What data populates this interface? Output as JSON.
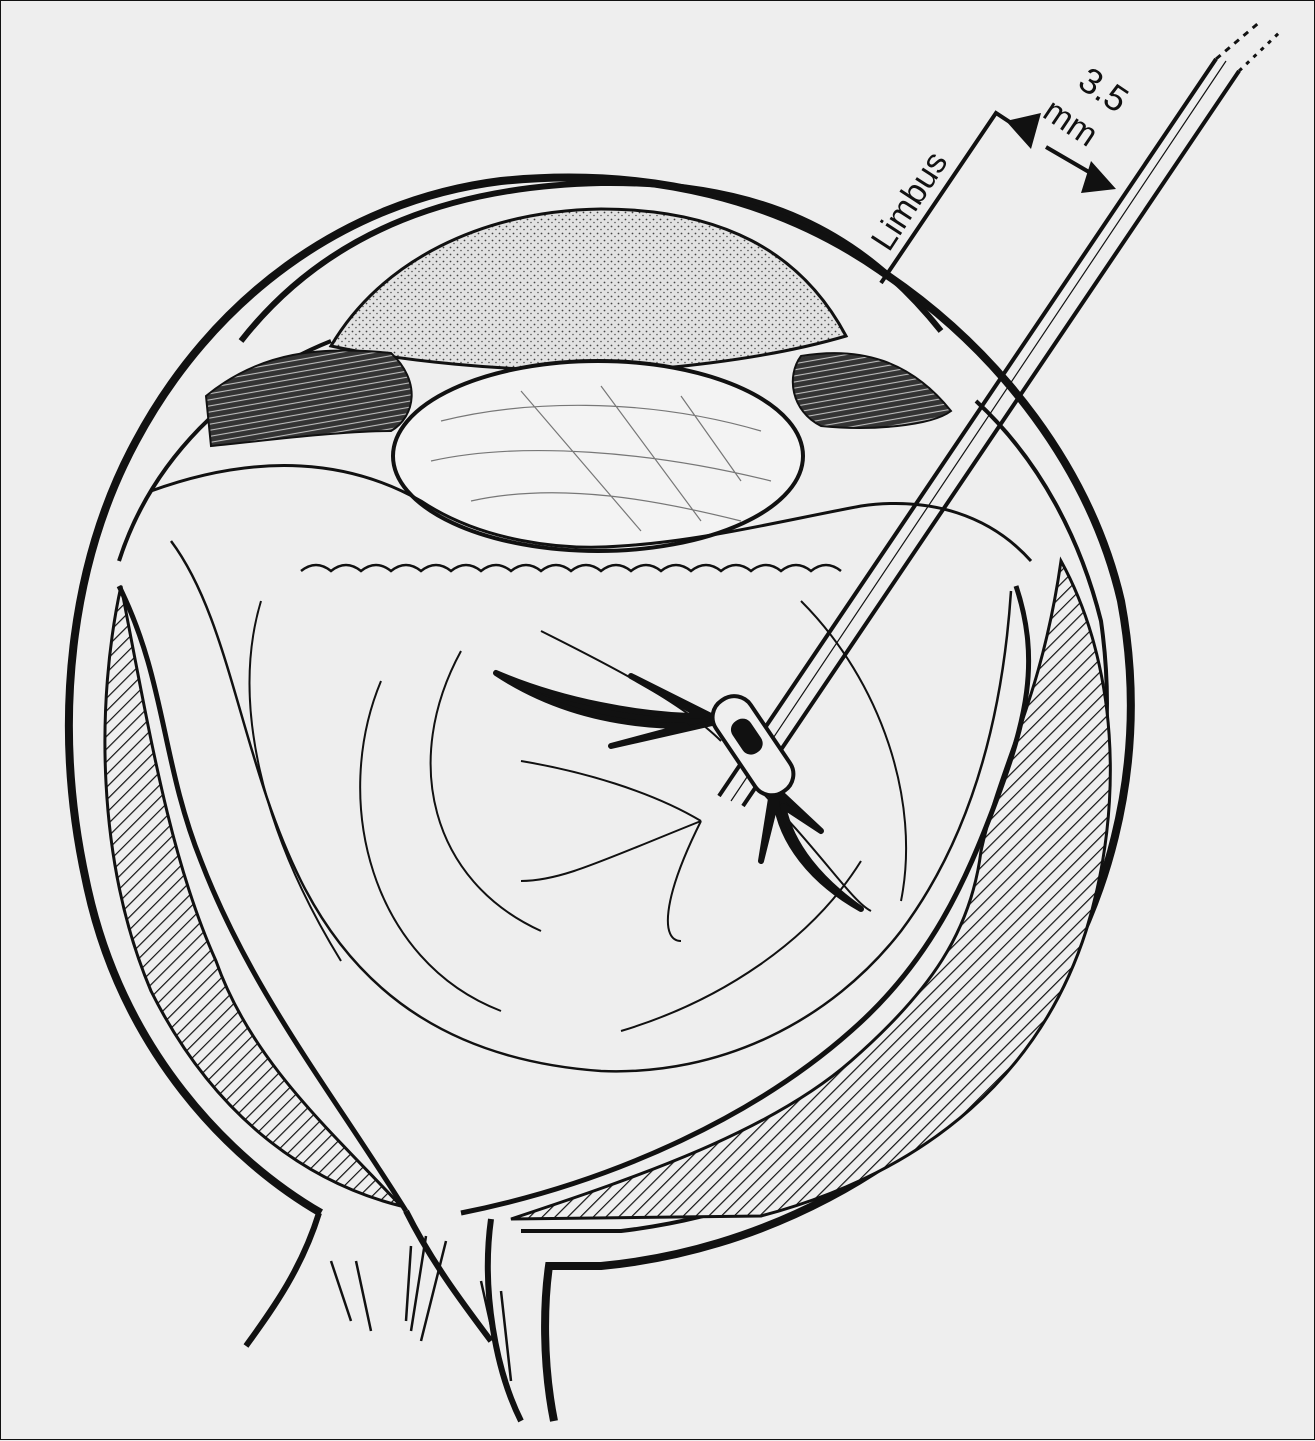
{
  "figure": {
    "labels": {
      "limbus": "Limbus",
      "distance_value": "3.5",
      "distance_unit": "mm"
    },
    "colors": {
      "ink": "#111111",
      "paper": "#eeeeee",
      "cornea_stipple": "#bdbdbd"
    }
  }
}
